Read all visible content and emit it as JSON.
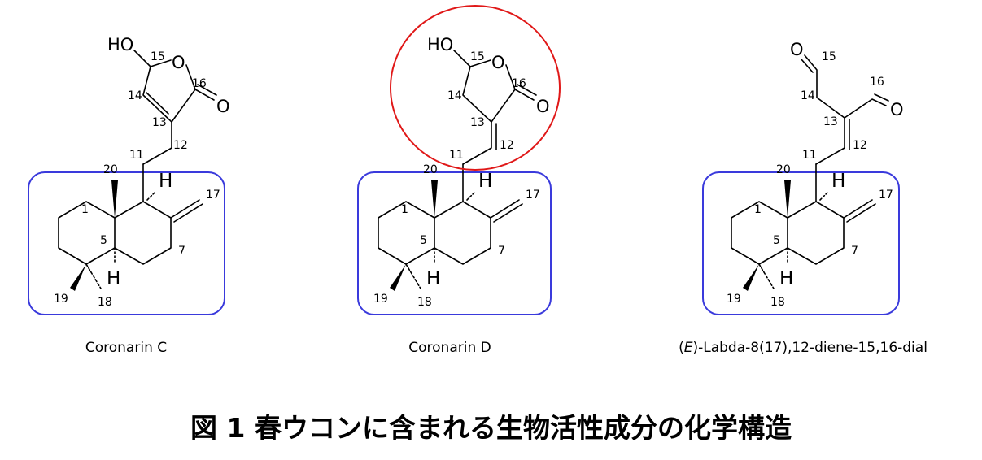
{
  "figure": {
    "caption": "図 1  春ウコンに含まれる生物活性成分の化学構造",
    "colors": {
      "box": "#3a3adc",
      "highlight": "#e01818",
      "ink": "#000000"
    }
  },
  "compounds": [
    {
      "name": "Coronarin C",
      "atoms": {
        "ho": "HO",
        "o_ring": "O",
        "o_carbonyl": "O",
        "h_top": "H",
        "h_bottom": "H"
      },
      "numbers": {
        "n15": "15",
        "n16": "16",
        "n14": "14",
        "n13": "13",
        "n12": "12",
        "n11": "11",
        "n20": "20",
        "n17": "17",
        "n1": "1",
        "n5": "5",
        "n7": "7",
        "n19": "19",
        "n18": "18"
      }
    },
    {
      "name": "Coronarin D",
      "atoms": {
        "ho": "HO",
        "o_ring": "O",
        "o_carbonyl": "O",
        "h_top": "H",
        "h_bottom": "H"
      },
      "numbers": {
        "n15": "15",
        "n16": "16",
        "n14": "14",
        "n13": "13",
        "n12": "12",
        "n11": "11",
        "n20": "20",
        "n17": "17",
        "n1": "1",
        "n5": "5",
        "n7": "7",
        "n19": "19",
        "n18": "18"
      }
    },
    {
      "name_prefix": "(",
      "name_italic": "E",
      "name_suffix": ")-Labda-8(17),12-diene-15,16-dial",
      "atoms": {
        "o15": "O",
        "o16": "O",
        "h_top": "H",
        "h_bottom": "H"
      },
      "numbers": {
        "n15": "15",
        "n16": "16",
        "n14": "14",
        "n13": "13",
        "n12": "12",
        "n11": "11",
        "n20": "20",
        "n17": "17",
        "n1": "1",
        "n5": "5",
        "n7": "7",
        "n19": "19",
        "n18": "18"
      }
    }
  ]
}
